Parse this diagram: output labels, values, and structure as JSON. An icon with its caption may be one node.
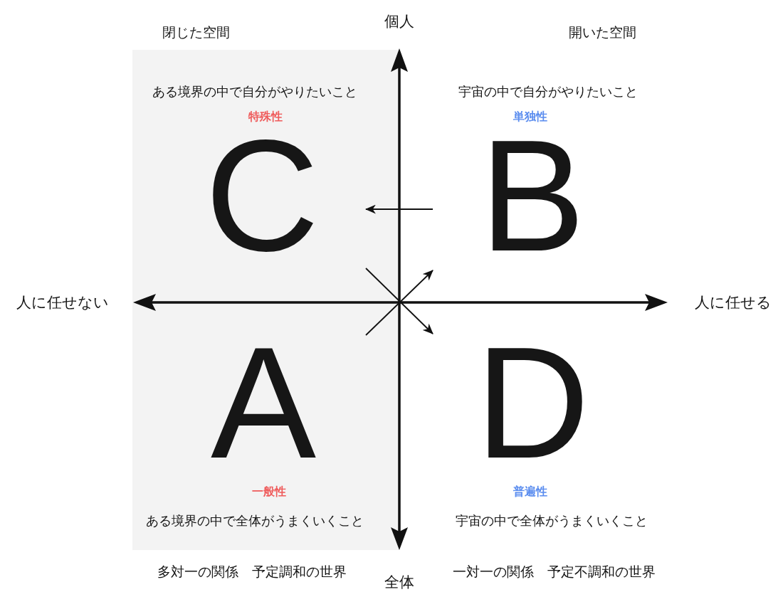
{
  "diagram": {
    "nodes": [
      {
        "text": [
          "閉じた空間"
        ]
      },
      {
        "text": [
          "ある境界の中で自分がやりたいこと",
          "特殊性",
          "C"
        ],
        "in": 0
      },
      {
        "text": [
          "宇宙の中で自分がやりたいこと",
          "単独性",
          "B"
        ]
      },
      {
        "text": [
          "A",
          "一般性",
          "ある境界の中で全体がうまくいくこと"
        ],
        "in": 0
      },
      {
        "text": [
          "D",
          "普遍性",
          "宇宙の中で全体がうまくいくこと"
        ]
      }
    ],
    "edges": [
      {
        "from": 2,
        "to": 1,
        "arrow": "to"
      },
      {
        "from": 3,
        "to": 2,
        "arrow": "to"
      },
      {
        "from": 1,
        "to": 4,
        "arrow": "to"
      }
    ],
    "labels": [
      "個人",
      "開いた空間",
      "人に任せない",
      "人に任せる",
      "多対一の関係　予定調和の世界",
      "一対一の関係　予定不調和の世界",
      "全体"
    ]
  }
}
